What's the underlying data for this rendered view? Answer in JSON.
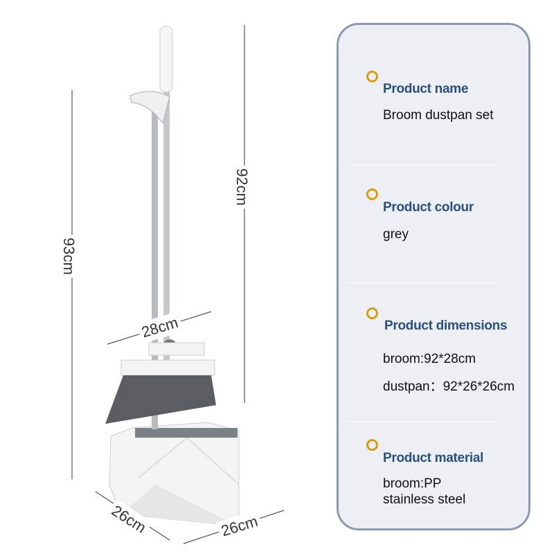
{
  "dimensions": {
    "height_dustpan": "93cm",
    "height_broom": "92cm",
    "brush_width": "28cm",
    "dustpan_depth": "26cm",
    "dustpan_width": "26cm"
  },
  "specs": [
    {
      "title": "Product name",
      "values": [
        "Broom dustpan set"
      ]
    },
    {
      "title": "Product colour",
      "values": [
        "grey"
      ]
    },
    {
      "title": "Product dimensions",
      "values": [
        "broom:92*28cm",
        "dustpan：92*26*26cm"
      ]
    },
    {
      "title": "Product material",
      "values": [
        "broom:PP",
        "stainless steel"
      ]
    }
  ],
  "colors": {
    "accent": "#d99c0b",
    "title": "#2a4f80",
    "panel_bg": "#eceff3",
    "panel_border": "#8a97b5"
  }
}
